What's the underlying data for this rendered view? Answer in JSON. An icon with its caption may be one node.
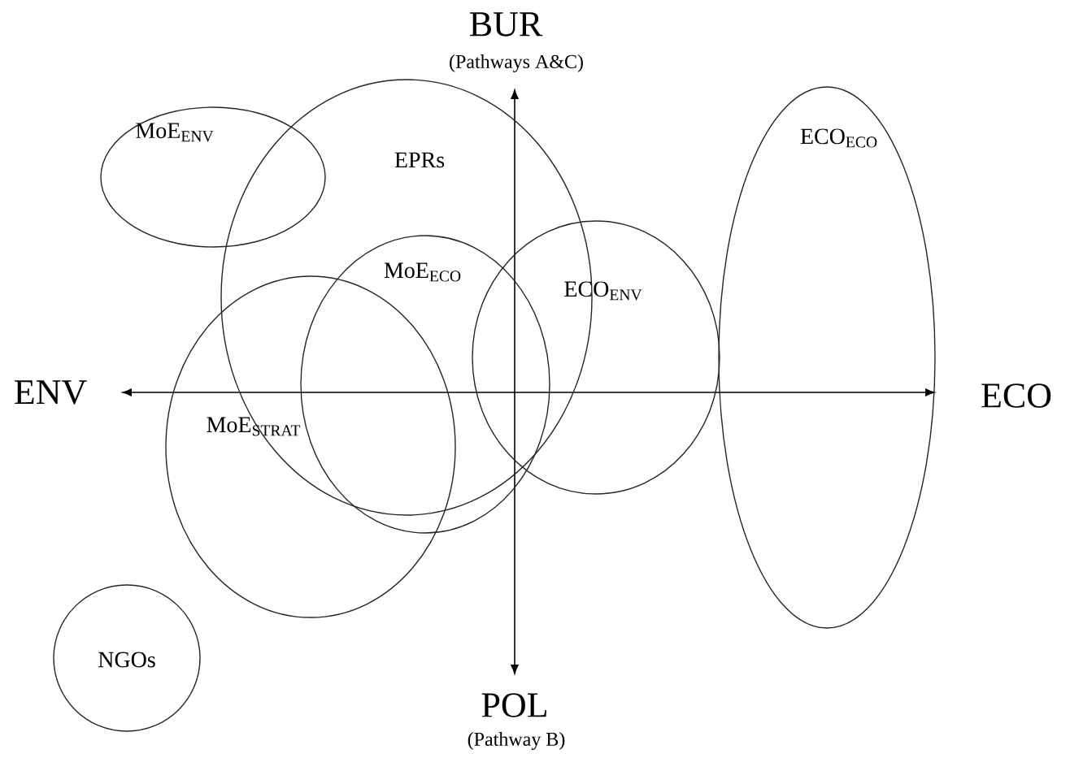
{
  "diagram": {
    "nodes": [
      {
        "text": [
          "MoE$_{ENV}$"
        ]
      },
      {
        "text": [
          "EPRs"
        ]
      },
      {
        "text": [
          "MoE$_{ECO}$"
        ]
      },
      {
        "text": [
          "ECO$_{ENV}$"
        ]
      },
      {
        "text": [
          "ECO$_{ECO}$"
        ]
      },
      {
        "text": [
          "MoE$_{STRAT}$"
        ]
      },
      {
        "text": [
          "NGOs"
        ]
      }
    ],
    "labels": [
      "BUR",
      "(Pathways A&C)",
      "ENV",
      "ECO",
      "POL",
      "(Pathway B)"
    ]
  }
}
